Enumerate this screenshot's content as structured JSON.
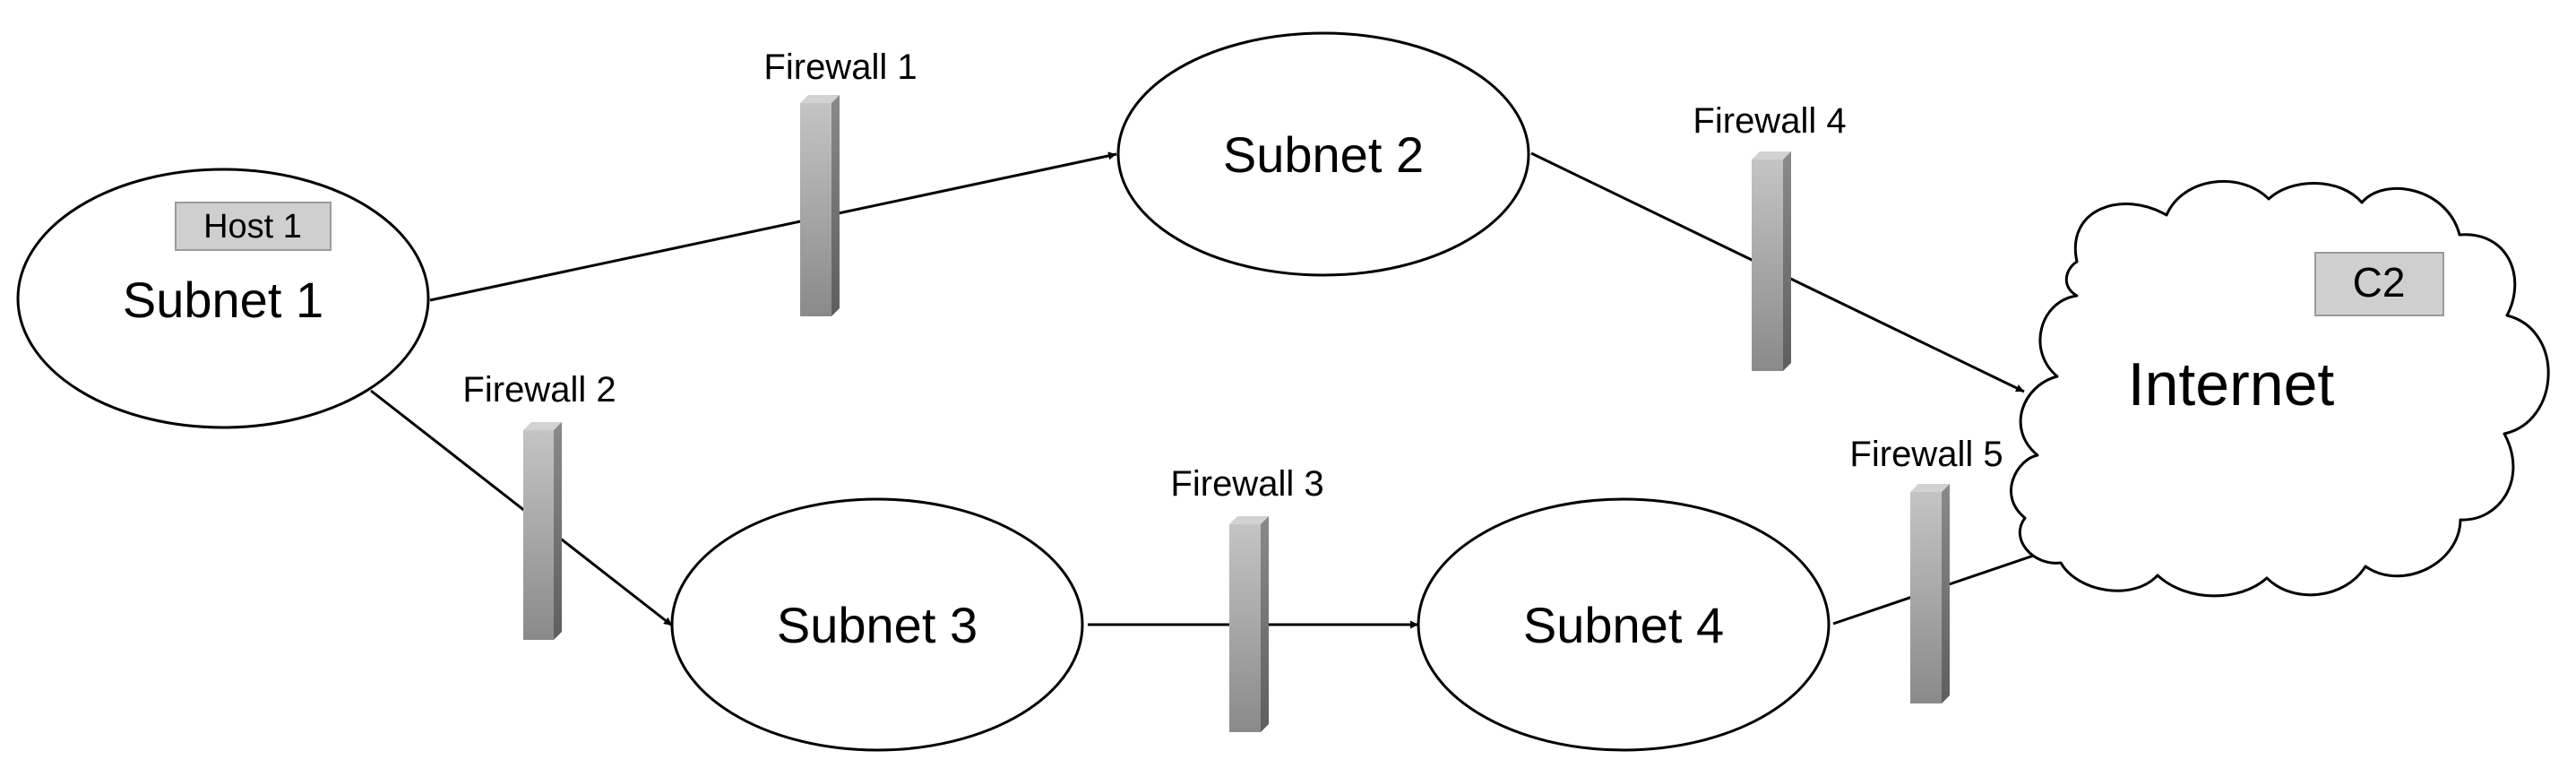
{
  "subnets": [
    {
      "id": "subnet1",
      "label": "Subnet 1"
    },
    {
      "id": "subnet2",
      "label": "Subnet 2"
    },
    {
      "id": "subnet3",
      "label": "Subnet 3"
    },
    {
      "id": "subnet4",
      "label": "Subnet 4"
    }
  ],
  "internet": {
    "label": "Internet"
  },
  "host": {
    "label": "Host 1"
  },
  "c2": {
    "label": "C2"
  },
  "firewalls": [
    {
      "id": "fw1",
      "label": "Firewall 1"
    },
    {
      "id": "fw2",
      "label": "Firewall 2"
    },
    {
      "id": "fw3",
      "label": "Firewall 3"
    },
    {
      "id": "fw4",
      "label": "Firewall 4"
    },
    {
      "id": "fw5",
      "label": "Firewall 5"
    }
  ],
  "connections": [
    {
      "from": "Subnet 1",
      "to": "Subnet 2",
      "through": "Firewall 1"
    },
    {
      "from": "Subnet 1",
      "to": "Subnet 3",
      "through": "Firewall 2"
    },
    {
      "from": "Subnet 3",
      "to": "Subnet 4",
      "through": "Firewall 3"
    },
    {
      "from": "Subnet 2",
      "to": "Internet",
      "through": "Firewall 4"
    },
    {
      "from": "Subnet 4",
      "to": "Internet",
      "through": "Firewall 5"
    }
  ],
  "colors": {
    "stroke": "#000000",
    "firewall_front_light": "#bdbdbd",
    "firewall_front_dark": "#8c8c8c",
    "firewall_side": "#6e6e6e",
    "firewall_top": "#d2d2d2",
    "label_box_fill": "#cfcfcf",
    "label_box_stroke": "#9a9a9a"
  }
}
